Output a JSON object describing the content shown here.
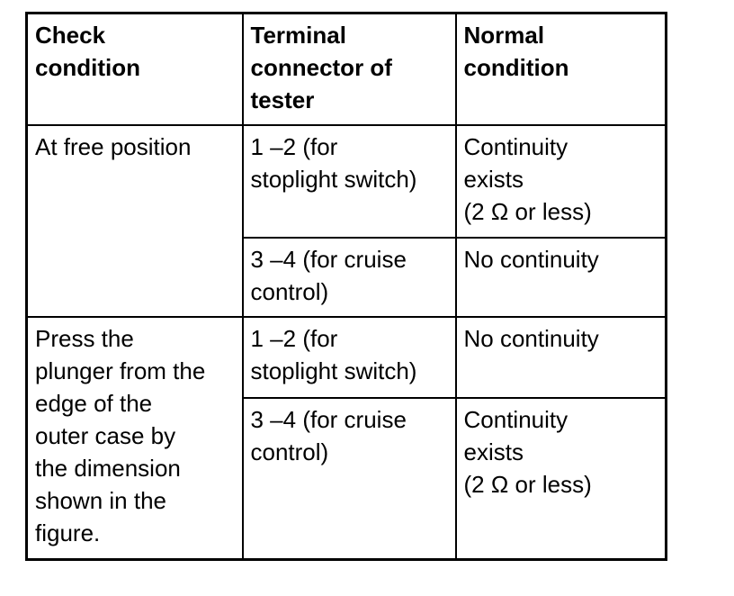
{
  "table": {
    "headers": [
      "Check\ncondition",
      "Terminal\nconnector of\ntester",
      "Normal\ncondition"
    ],
    "rows": [
      {
        "check_condition": "At free position",
        "sub_rows": [
          {
            "terminal": "1 –2 (for\nstoplight switch)",
            "normal": "Continuity\nexists\n(2 Ω or less)"
          },
          {
            "terminal": "3 –4 (for cruise\ncontrol)",
            "normal": "No continuity"
          }
        ]
      },
      {
        "check_condition": "Press the\nplunger from the\nedge of the\nouter case by\nthe dimension\nshown in the\nfigure.",
        "sub_rows": [
          {
            "terminal": "1 –2 (for\nstoplight switch)",
            "normal": "No continuity"
          },
          {
            "terminal": "3 –4 (for cruise\ncontrol)",
            "normal": "Continuity\nexists\n(2 Ω or less)"
          }
        ]
      }
    ]
  }
}
